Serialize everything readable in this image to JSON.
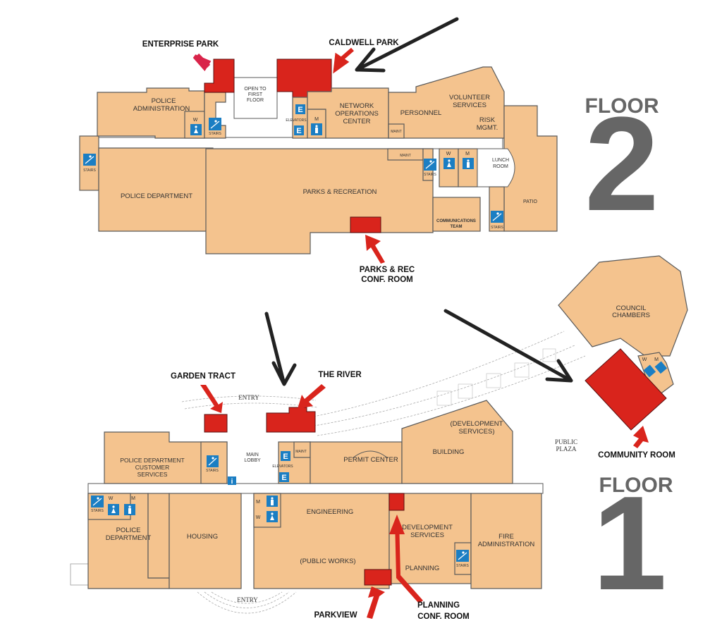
{
  "floor2": {
    "floor_word": "FLOOR",
    "floor_number": "2",
    "rooms": {
      "police_administration": [
        "POLICE",
        "ADMINISTRATION"
      ],
      "open_to_first_floor": [
        "OPEN TO",
        "FIRST",
        "FLOOR"
      ],
      "network_operations_center": [
        "NETWORK",
        "OPERATIONS",
        "CENTER"
      ],
      "personnel": "PERSONNEL",
      "volunteer_services": [
        "VOLUNTEER",
        "SERVICES"
      ],
      "risk_mgmt": [
        "RISK",
        "MGMT."
      ],
      "police_department": "POLICE DEPARTMENT",
      "parks_recreation": "PARKS & RECREATION",
      "lunch_room": [
        "LUNCH",
        "ROOM"
      ],
      "patio": "PATIO",
      "communications_team": [
        "COMMUNICATIONS",
        "TEAM"
      ],
      "maint": "MAINT",
      "elevators": "ELEVATORS",
      "stairs": "STAIRS",
      "women": "W",
      "men": "M",
      "elevator_icon": "E"
    },
    "callouts": {
      "enterprise_park": "ENTERPRISE PARK",
      "caldwell_park": "CALDWELL PARK",
      "parks_rec_conf": [
        "PARKS & REC",
        "CONF. ROOM"
      ]
    }
  },
  "floor1": {
    "floor_word": "FLOOR",
    "floor_number": "1",
    "rooms": {
      "police_customer_services": [
        "POLICE DEPARTMENT",
        "CUSTOMER",
        "SERVICES"
      ],
      "main_lobby": [
        "MAIN",
        "LOBBY"
      ],
      "permit_center": "PERMIT CENTER",
      "development_services_top": [
        "(DEVELOPMENT",
        "SERVICES)"
      ],
      "building": "BUILDING",
      "police_department": [
        "POLICE",
        "DEPARTMENT"
      ],
      "housing": "HOUSING",
      "engineering": "ENGINEERING",
      "public_works": "(PUBLIC WORKS)",
      "development_services": [
        "DEVELOPMENT",
        "SERVICES"
      ],
      "planning": "PLANNING",
      "fire_administration": [
        "FIRE",
        "ADMINISTRATION"
      ],
      "council_chambers": [
        "COUNCIL",
        "CHAMBERS"
      ],
      "public_plaza": [
        "PUBLIC",
        "PLAZA"
      ],
      "entry": "ENTRY",
      "maint": "MAINT",
      "elevators": "ELEVATORS",
      "stairs": "STAIRS",
      "info_icon": "i",
      "women": "W",
      "men": "M",
      "elevator_icon": "E"
    },
    "callouts": {
      "garden_tract": "GARDEN TRACT",
      "the_river": "THE RIVER",
      "community_room": "COMMUNITY ROOM",
      "parkview": "PARKVIEW",
      "planning_conf": [
        "PLANNING",
        "CONF. ROOM"
      ]
    }
  },
  "colors": {
    "room": "#f4c38e",
    "conference_highlight": "#d9241c",
    "icon_blue": "#1b7ec3",
    "floor_label": "#666666"
  }
}
